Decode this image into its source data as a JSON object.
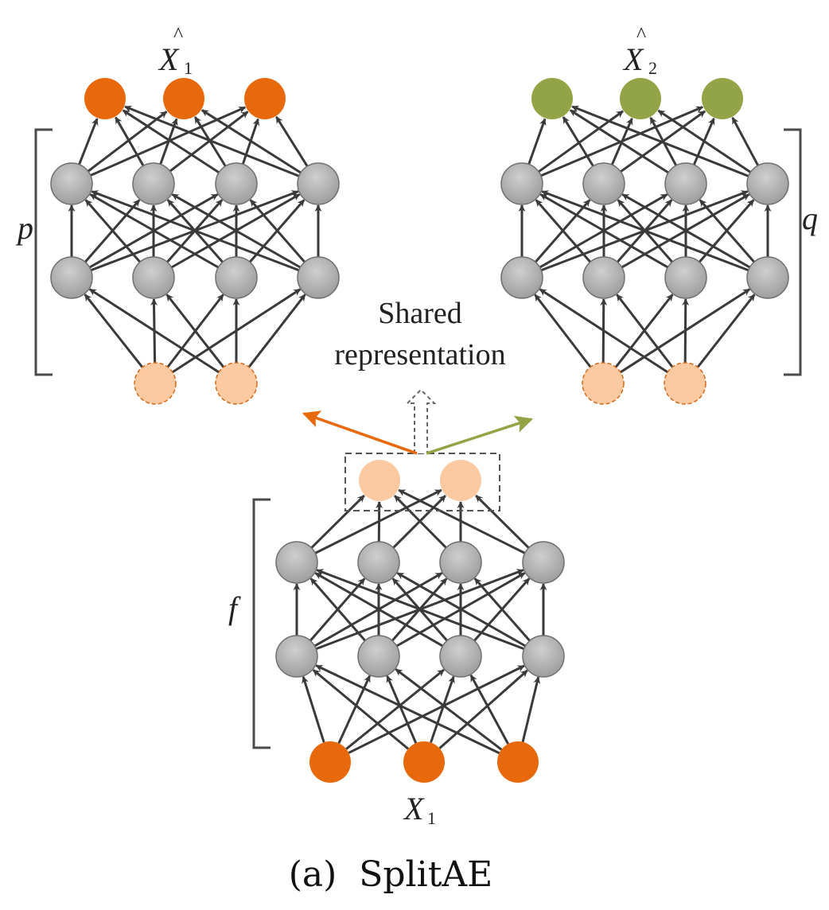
{
  "caption": "(a)  SplitAE",
  "shared_label_line1": "Shared",
  "shared_label_line2": "representation",
  "decoder_left": {
    "output_symbol": "X",
    "output_subscript": "1",
    "output_hat": "^",
    "bracket_label": "p",
    "output_color": "#e8690b"
  },
  "decoder_right": {
    "output_symbol": "X",
    "output_subscript": "2",
    "output_hat": "^",
    "bracket_label": "q",
    "output_color": "#93a446"
  },
  "encoder": {
    "input_symbol": "X",
    "input_subscript": "1",
    "bracket_label": "f",
    "input_color": "#e8690b"
  },
  "colors": {
    "hidden_node": "#a9a9a9",
    "latent_node": "#fcc9a0",
    "latent_dashed_border": "#d26a1e",
    "edge": "#3a3a3a",
    "arrow_left": "#e8690b",
    "arrow_right": "#93a446"
  }
}
